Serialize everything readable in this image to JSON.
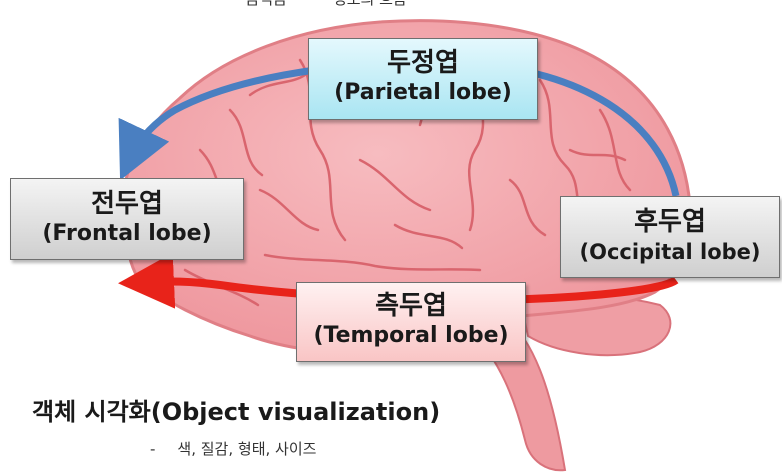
{
  "top_fragment": [
    "· 뇸식뇸",
    "정보의 흐름"
  ],
  "lobes": {
    "parietal": {
      "korean": "두정엽",
      "english": "(Parietal lobe)"
    },
    "frontal": {
      "korean": "전두엽",
      "english": "(Frontal lobe)"
    },
    "occipital": {
      "korean": "후두엽",
      "english": "(Occipital lobe)"
    },
    "temporal": {
      "korean": "측두엽",
      "english": "(Temporal lobe)"
    }
  },
  "bottom": {
    "title": "객체 시각화(Object visualization)",
    "dash": "-",
    "items": "색, 질감, 형태, 사이즈"
  },
  "colors": {
    "dorsal_arrow": "#4a7fc1",
    "ventral_arrow": "#e8231a",
    "brain_fill": "#f0a3a8",
    "brain_outline": "#e07f86",
    "sulci": "#d9656e"
  }
}
